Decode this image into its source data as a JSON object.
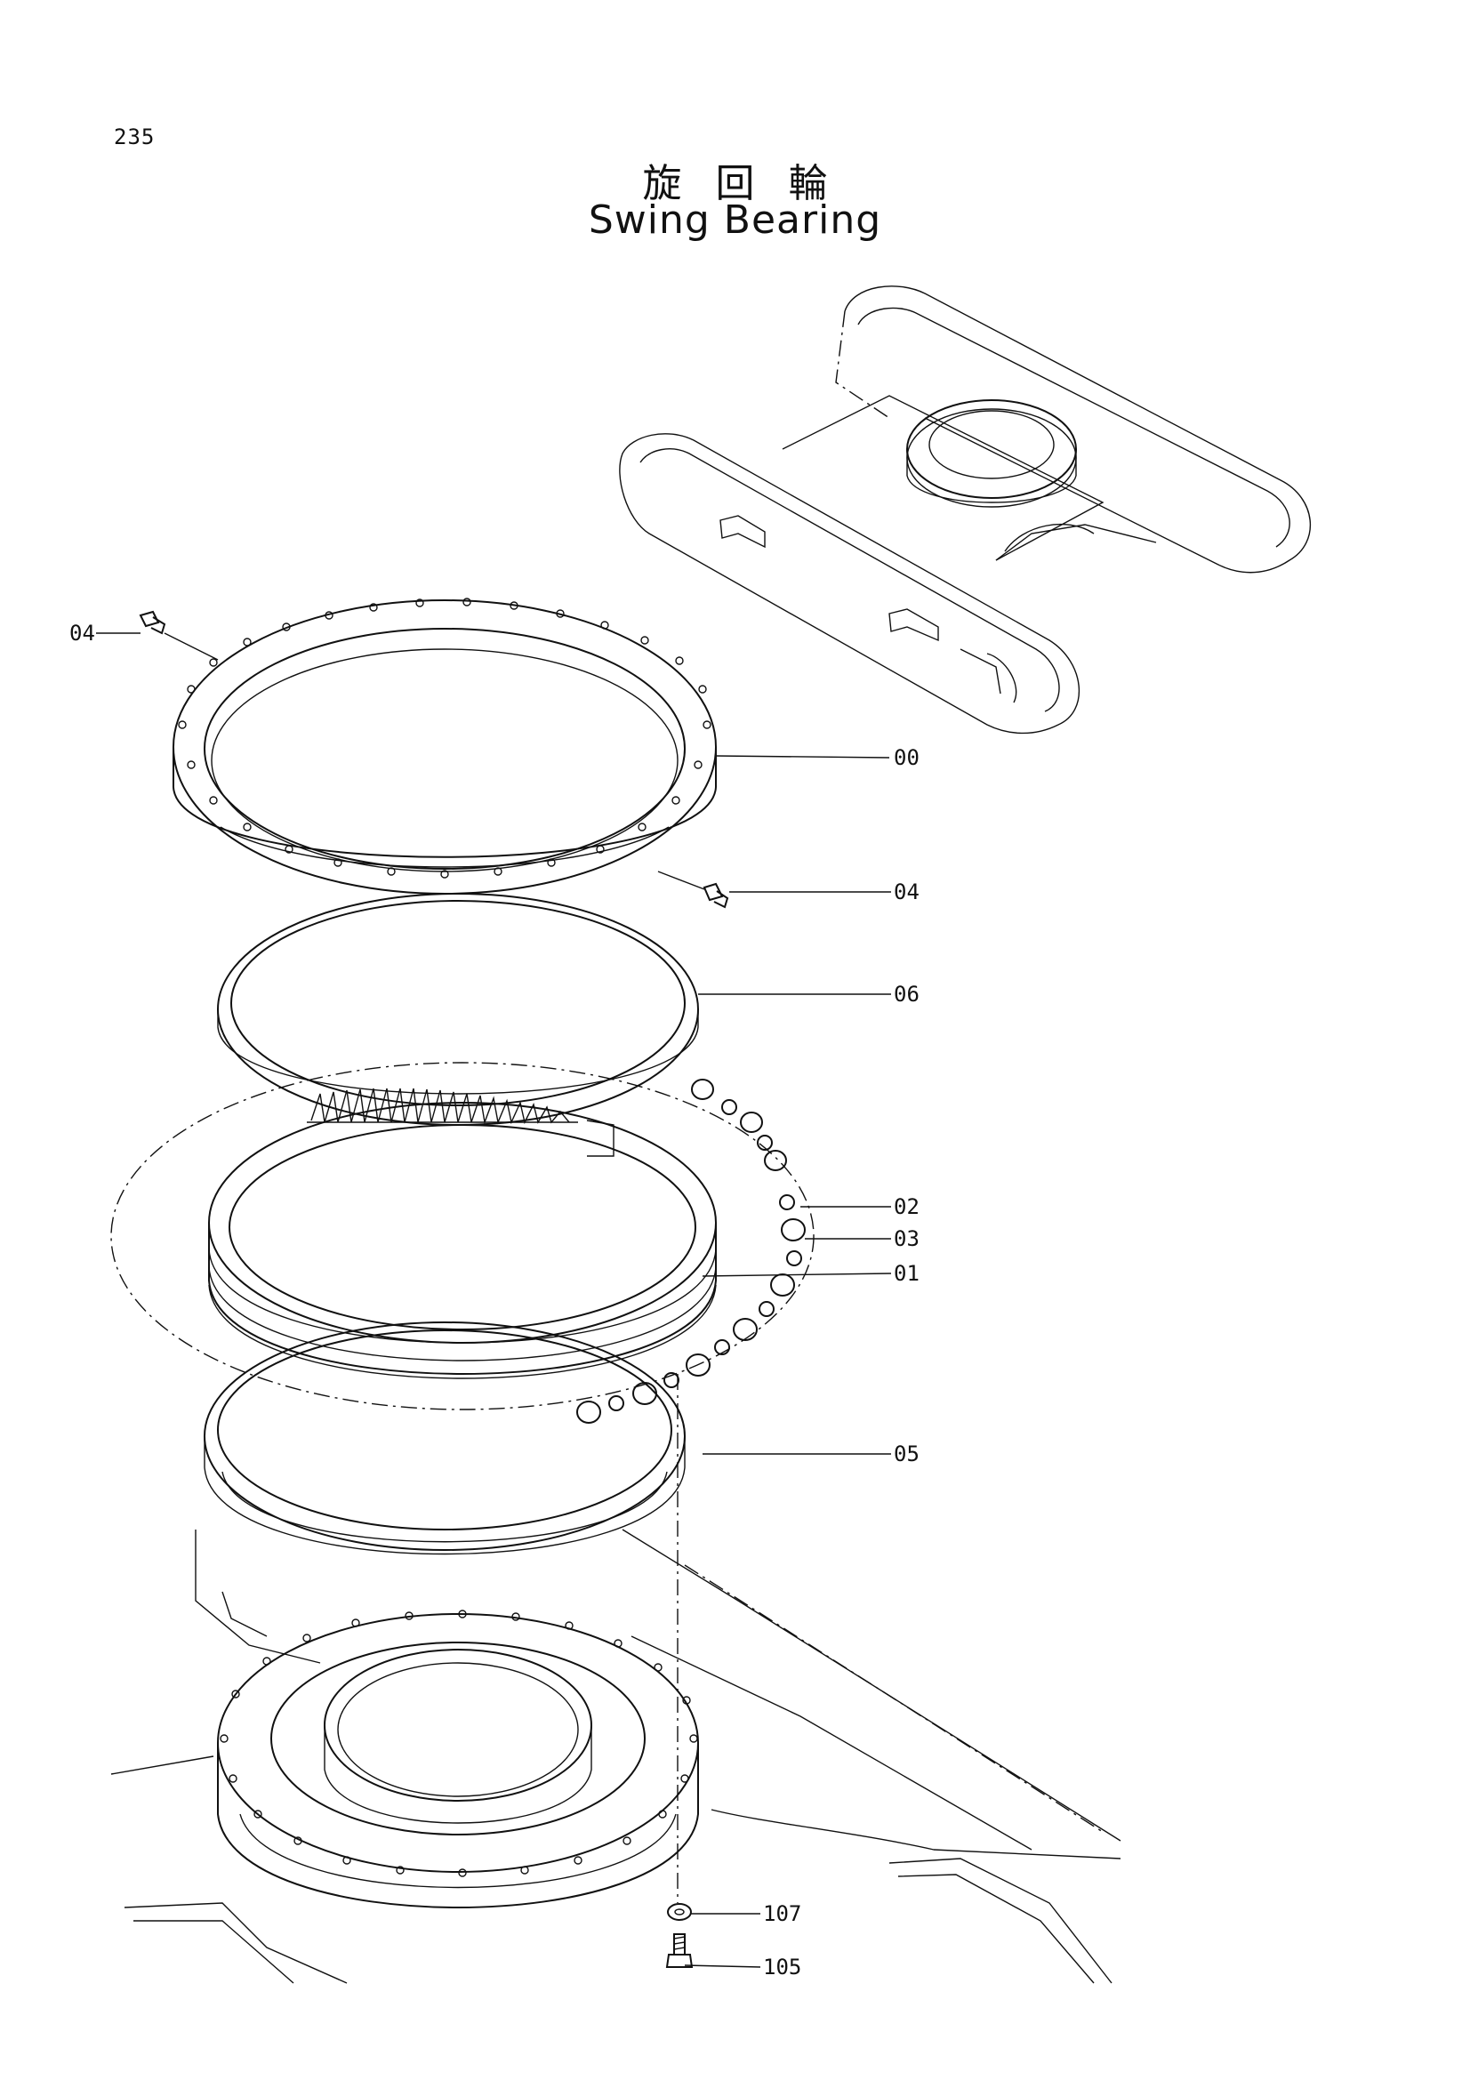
{
  "page_number": "235",
  "title_jp": "旋回輪",
  "title_en": "Swing Bearing",
  "callouts": [
    "04",
    "00",
    "04",
    "06",
    "02",
    "03",
    "01",
    "05",
    "107",
    "105"
  ]
}
